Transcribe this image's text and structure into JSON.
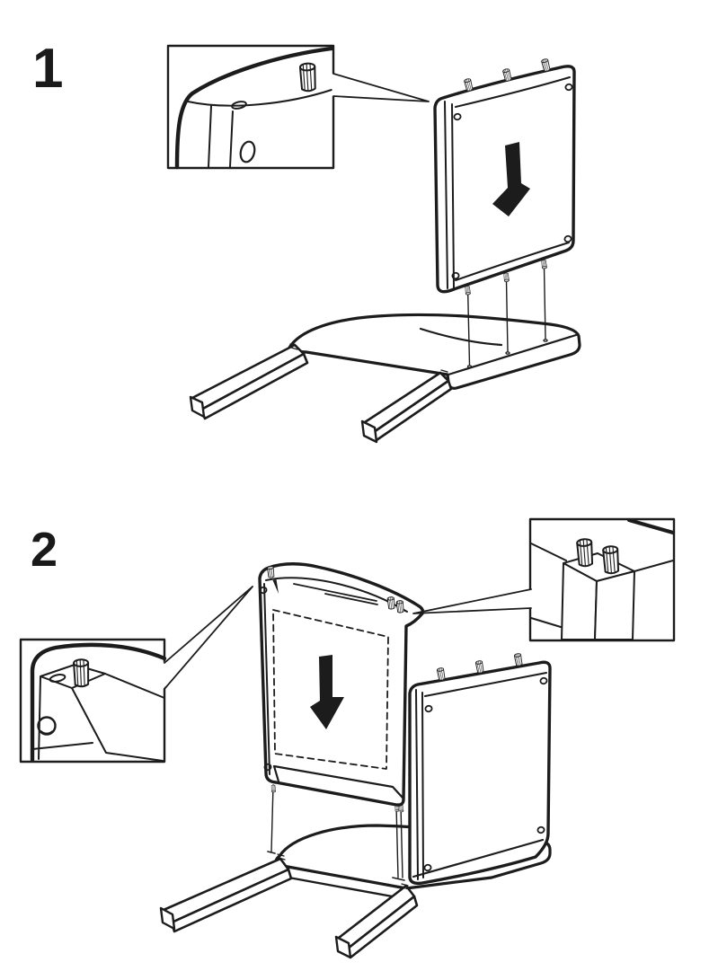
{
  "page": {
    "background": "#ffffff",
    "line_color": "#1c1c1c",
    "text_color": "#1a1a1a"
  },
  "steps": [
    {
      "number": "1",
      "icons": {
        "arrow": "arrow-down-icon",
        "callout": "zoom-detail-box",
        "callout_features": [
          "dowel-peg-icon",
          "top-hole-icon",
          "side-hole-icon"
        ]
      },
      "parts": [
        "back-panel-with-dowels",
        "seat-base-with-legs",
        "alignment-guide-lines"
      ]
    },
    {
      "number": "2",
      "icons": {
        "arrow": "arrow-down-icon",
        "callouts": [
          "zoom-detail-box-corner-peg",
          "zoom-detail-box-two-pegs"
        ]
      },
      "parts": [
        "installed-back-panel",
        "side-panel-with-dowels",
        "seat-base-with-legs",
        "dashed-placement-outline",
        "alignment-guide-lines"
      ]
    }
  ]
}
